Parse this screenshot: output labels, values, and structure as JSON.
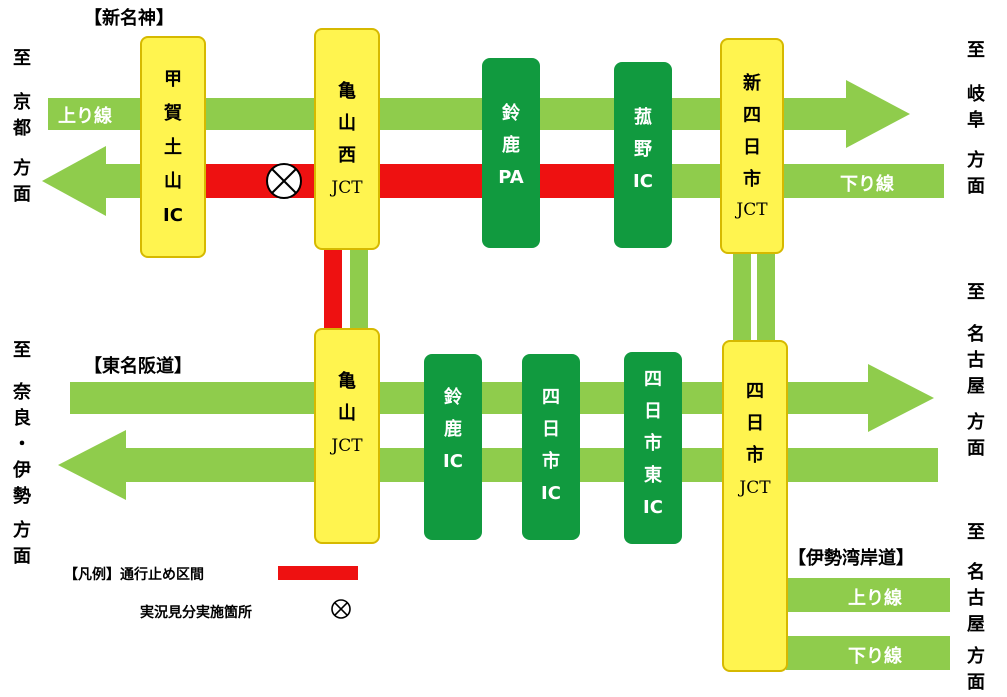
{
  "routes": {
    "shin_meishin": "【新名神】",
    "higashi_meihan": "【東名阪道】",
    "isewangan": "【伊勢湾岸道】"
  },
  "directions": {
    "kyoto": [
      "至",
      "京",
      "都",
      "方",
      "面"
    ],
    "gifu": [
      "至",
      "岐",
      "阜",
      "方",
      "面"
    ],
    "nara_ise": [
      "至",
      "奈",
      "良",
      "・",
      "伊",
      "勢",
      "方",
      "面"
    ],
    "nagoya_1": [
      "至",
      "名",
      "古",
      "屋",
      "方",
      "面"
    ],
    "nagoya_2": [
      "至",
      "名",
      "古",
      "屋",
      "方",
      "面"
    ]
  },
  "road_labels": {
    "shin_up": "上り線",
    "shin_down": "下り線",
    "isewangan_up": "上り線",
    "isewangan_down": "下り線"
  },
  "interchanges": {
    "koka_tsuchiyama": [
      "甲",
      "賀",
      "土",
      "山",
      "IC"
    ],
    "kameyama_nishi": [
      "亀",
      "山",
      "西",
      "JCT"
    ],
    "suzuka_pa": [
      "鈴",
      "鹿",
      "PA"
    ],
    "komono": [
      "菰",
      "野",
      "IC"
    ],
    "shin_yokkaichi": [
      "新",
      "四",
      "日",
      "市",
      "JCT"
    ],
    "kameyama": [
      "亀",
      "山",
      "JCT"
    ],
    "suzuka_ic": [
      "鈴",
      "鹿",
      "IC"
    ],
    "yokkaichi_ic": [
      "四",
      "日",
      "市",
      "IC"
    ],
    "yokkaichi_higashi": [
      "四",
      "日",
      "市",
      "東",
      "IC"
    ],
    "yokkaichi_jct": [
      "四",
      "日",
      "市",
      "JCT"
    ]
  },
  "legend": {
    "title": "【凡例】通行止め区間",
    "inspection": "実況見分実施箇所"
  },
  "colors": {
    "road": "#8fcc4c",
    "closed": "#ee1111",
    "yellow_box": "#fff44f",
    "green_box": "#119a3f"
  }
}
